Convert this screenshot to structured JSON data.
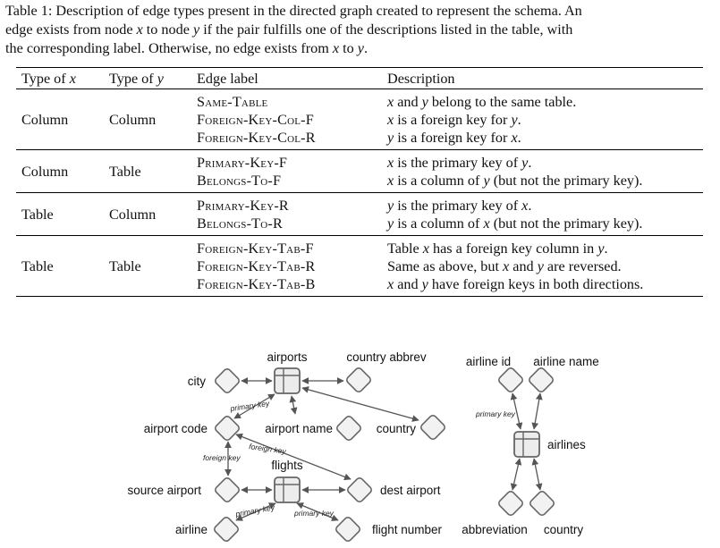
{
  "caption": {
    "line1": "Table 1: Description of edge types present in the directed graph created to represent the schema. An",
    "line2": "edge exists from node x to node y if the pair fulfills one of the descriptions listed in the table, with",
    "line3": "the corresponding label. Otherwise, no edge exists from x to y."
  },
  "table": {
    "headers": [
      "Type of x",
      "Type of y",
      "Edge label",
      "Description"
    ],
    "groups": [
      {
        "type_x": "Column",
        "type_y": "Column",
        "labels": [
          "Same-Table",
          "Foreign-Key-Col-F",
          "Foreign-Key-Col-R"
        ],
        "descriptions": [
          "x and y belong to the same table.",
          "x is a foreign key for y.",
          "y is a foreign key for x."
        ]
      },
      {
        "type_x": "Column",
        "type_y": "Table",
        "labels": [
          "Primary-Key-F",
          "Belongs-To-F"
        ],
        "descriptions": [
          "x is the primary key of y.",
          "x is a column of y (but not the primary key)."
        ]
      },
      {
        "type_x": "Table",
        "type_y": "Column",
        "labels": [
          "Primary-Key-R",
          "Belongs-To-R"
        ],
        "descriptions": [
          "y is the primary key of x.",
          "y is a column of x (but not the primary key)."
        ]
      },
      {
        "type_x": "Table",
        "type_y": "Table",
        "labels": [
          "Foreign-Key-Tab-F",
          "Foreign-Key-Tab-R",
          "Foreign-Key-Tab-B"
        ],
        "descriptions": [
          "Table x has a foreign key column in y.",
          "Same as above, but x and y are reversed.",
          "x and y have foreign keys in both directions."
        ]
      }
    ]
  },
  "diagram": {
    "tables": {
      "airports": "airports",
      "flights": "flights",
      "airlines": "airlines"
    },
    "columns": {
      "city": "city",
      "country_abbrev": "country abbrev",
      "airport_code": "airport code",
      "airport_name": "airport name",
      "country": "country",
      "source_airport": "source airport",
      "dest_airport": "dest airport",
      "airline": "airline",
      "flight_number": "flight number",
      "airline_id": "airline id",
      "airline_name": "airline name",
      "abbreviation": "abbreviation",
      "airlines_country": "country"
    },
    "edge_labels": {
      "pk_airports": "primary key",
      "fk_dest": "foreign key",
      "fk_source": "foreign key",
      "pk_airline": "primary key",
      "pk_flight_number": "primary key",
      "pk_airlines": "primary key"
    }
  }
}
